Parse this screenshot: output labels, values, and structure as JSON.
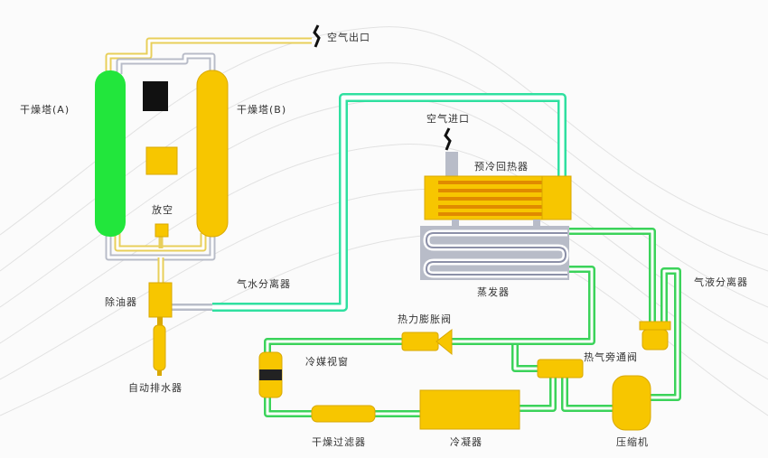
{
  "labels": {
    "air_outlet": "空气出口",
    "tower_a": "干燥塔(A)",
    "tower_b": "干燥塔(B)",
    "vent": "放空",
    "air_inlet": "空气进口",
    "precooler": "预冷回热器",
    "water_separator": "气水分离器",
    "oil_remover": "除油器",
    "auto_drain": "自动排水器",
    "evaporator": "蒸发器",
    "expansion_valve": "热力膨胀阀",
    "sight_glass": "冷媒视窗",
    "bypass_valve": "热气旁通阀",
    "gas_liquid_separator": "气液分离器",
    "filter_drier": "干燥过滤器",
    "condenser": "冷凝器",
    "compressor": "压缩机"
  },
  "colors": {
    "yellow": "#f7c600",
    "green": "#22e63c",
    "pipe_green": "#3bd35a",
    "pipe_teal": "#2fe0a0",
    "gray": "#b8bcc8",
    "black": "#111111",
    "stripe": "#e08a00"
  }
}
